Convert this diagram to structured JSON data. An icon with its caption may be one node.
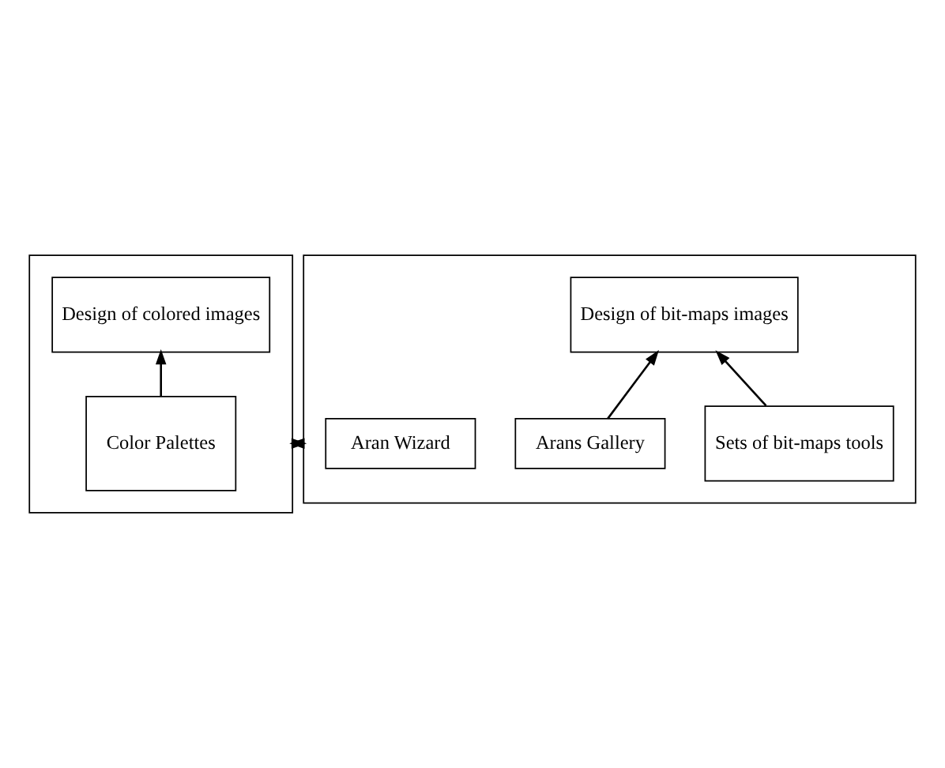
{
  "diagram": {
    "nodes": [
      {
        "text": [],
        "shape": "box"
      },
      {
        "text": [
          "Design of colored images"
        ],
        "in": 0
      },
      {
        "text": [
          "Color Palettes"
        ],
        "in": 0
      },
      {
        "text": [],
        "shape": "box"
      },
      {
        "text": [
          "Design of bit-maps images"
        ],
        "in": 3
      },
      {
        "text": [
          "Sets of bit-maps tools"
        ],
        "in": 3
      },
      {
        "text": [
          "Arans Gallery"
        ],
        "in": 3
      },
      {
        "text": [
          "Aran Wizard"
        ],
        "in": 3
      }
    ],
    "edges": [
      {
        "from": 2,
        "to": 1,
        "arrow": "to"
      },
      {
        "from": 5,
        "to": 4,
        "arrow": "to"
      },
      {
        "from": 6,
        "to": 4,
        "arrow": "to"
      },
      {
        "from": 0,
        "to": 3,
        "arrow": "both"
      }
    ]
  }
}
